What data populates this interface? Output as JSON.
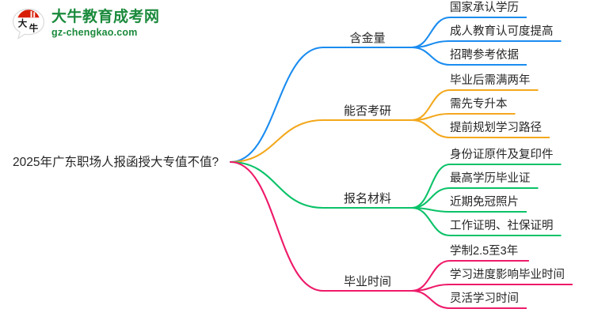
{
  "brand": {
    "logo_icon": "speech-bubble-logo-icon",
    "logo_char": "大牛",
    "name_cn": "大牛教育成考网",
    "name_en": "gz-chengkao.com",
    "color": "#1b8a3c",
    "accent": "#d81e06"
  },
  "mindmap": {
    "root": {
      "label": "2025年广东职场人报函授大专值不值?"
    },
    "branches": [
      {
        "label": "含金量",
        "color": "#1a8cf0",
        "children": [
          "国家承认学历",
          "成人教育认可度提高",
          "招聘参考依据"
        ]
      },
      {
        "label": "能否考研",
        "color": "#f3a81c",
        "children": [
          "毕业后需满两年",
          "需先专升本",
          "提前规划学习路径"
        ]
      },
      {
        "label": "报名材料",
        "color": "#0ac268",
        "children": [
          "身份证原件及复印件",
          "最高学历毕业证",
          "近期免冠照片",
          "工作证明、社保证明"
        ]
      },
      {
        "label": "毕业时间",
        "color": "#ee1a6a",
        "children": [
          "学制2.5至3年",
          "学习进度影响毕业时间",
          "灵活学习时间"
        ]
      }
    ]
  }
}
